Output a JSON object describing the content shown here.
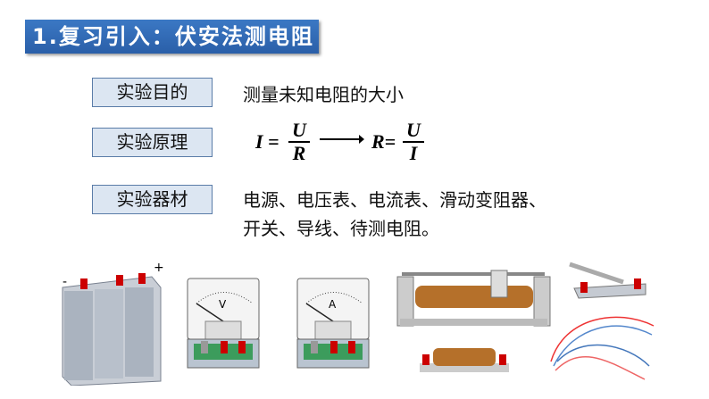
{
  "title": "1.复习引入：伏安法测电阻",
  "rows": [
    {
      "label": "实验目的",
      "text": "测量未知电阻的大小"
    },
    {
      "label": "实验原理"
    },
    {
      "label": "实验器材",
      "text": "电源、电压表、电流表、滑动变阻器、",
      "text2": "开关、导线、待测电阻。"
    }
  ],
  "formula": {
    "lhs1": "I =",
    "num1": "U",
    "den1": "R",
    "lhs2": "R=",
    "num2": "U",
    "den2": "I"
  },
  "voltmeter": {
    "symbol": "V"
  },
  "ammeter": {
    "symbol": "A"
  }
}
